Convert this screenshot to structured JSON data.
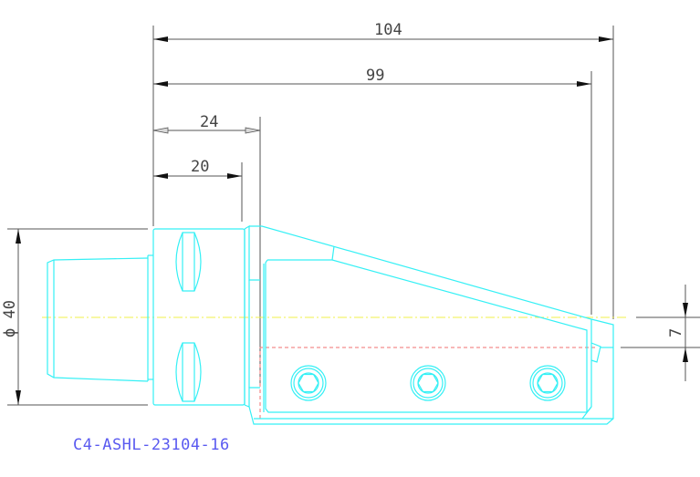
{
  "drawing": {
    "part_number": "C4-ASHL-23104-16",
    "dimensions": {
      "overall_length": "104",
      "body_length": "99",
      "flange_offset": "24",
      "shank_length": "20",
      "diameter": "ϕ 40",
      "center_offset": "7"
    },
    "colors": {
      "outline": "#35f0f5",
      "dimension": "#555555",
      "centerline": "#f2f04a",
      "hidden": "#f07070",
      "part_label": "#5a5af0"
    }
  }
}
